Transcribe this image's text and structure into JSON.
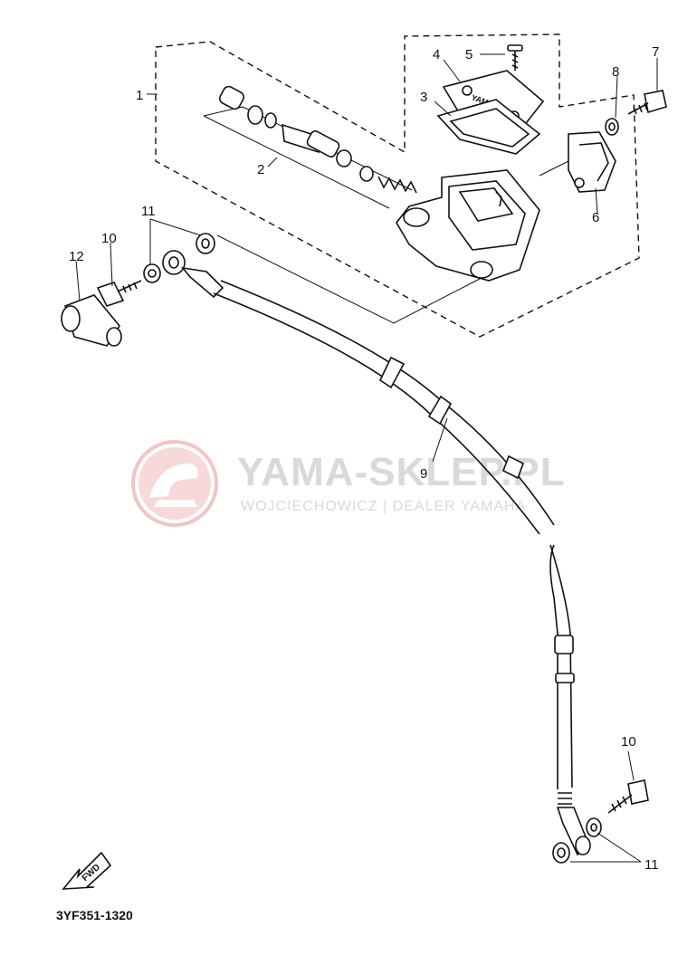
{
  "diagram": {
    "part_code": "3YF351-1320",
    "direction_arrow_label": "FWD",
    "callouts": {
      "c1": "1",
      "c2": "2",
      "c3": "3",
      "c4": "4",
      "c5": "5",
      "c6": "6",
      "c7": "7",
      "c8": "8",
      "c9": "9",
      "c10a": "10",
      "c10b": "10",
      "c11a": "11",
      "c11b": "11",
      "c12": "12"
    }
  },
  "watermark": {
    "title": "YAMA-SKLEP.PL",
    "subtitle": "WOJCIECHOWICZ | DEALER YAMAHA",
    "color": "#e8a0a0"
  }
}
